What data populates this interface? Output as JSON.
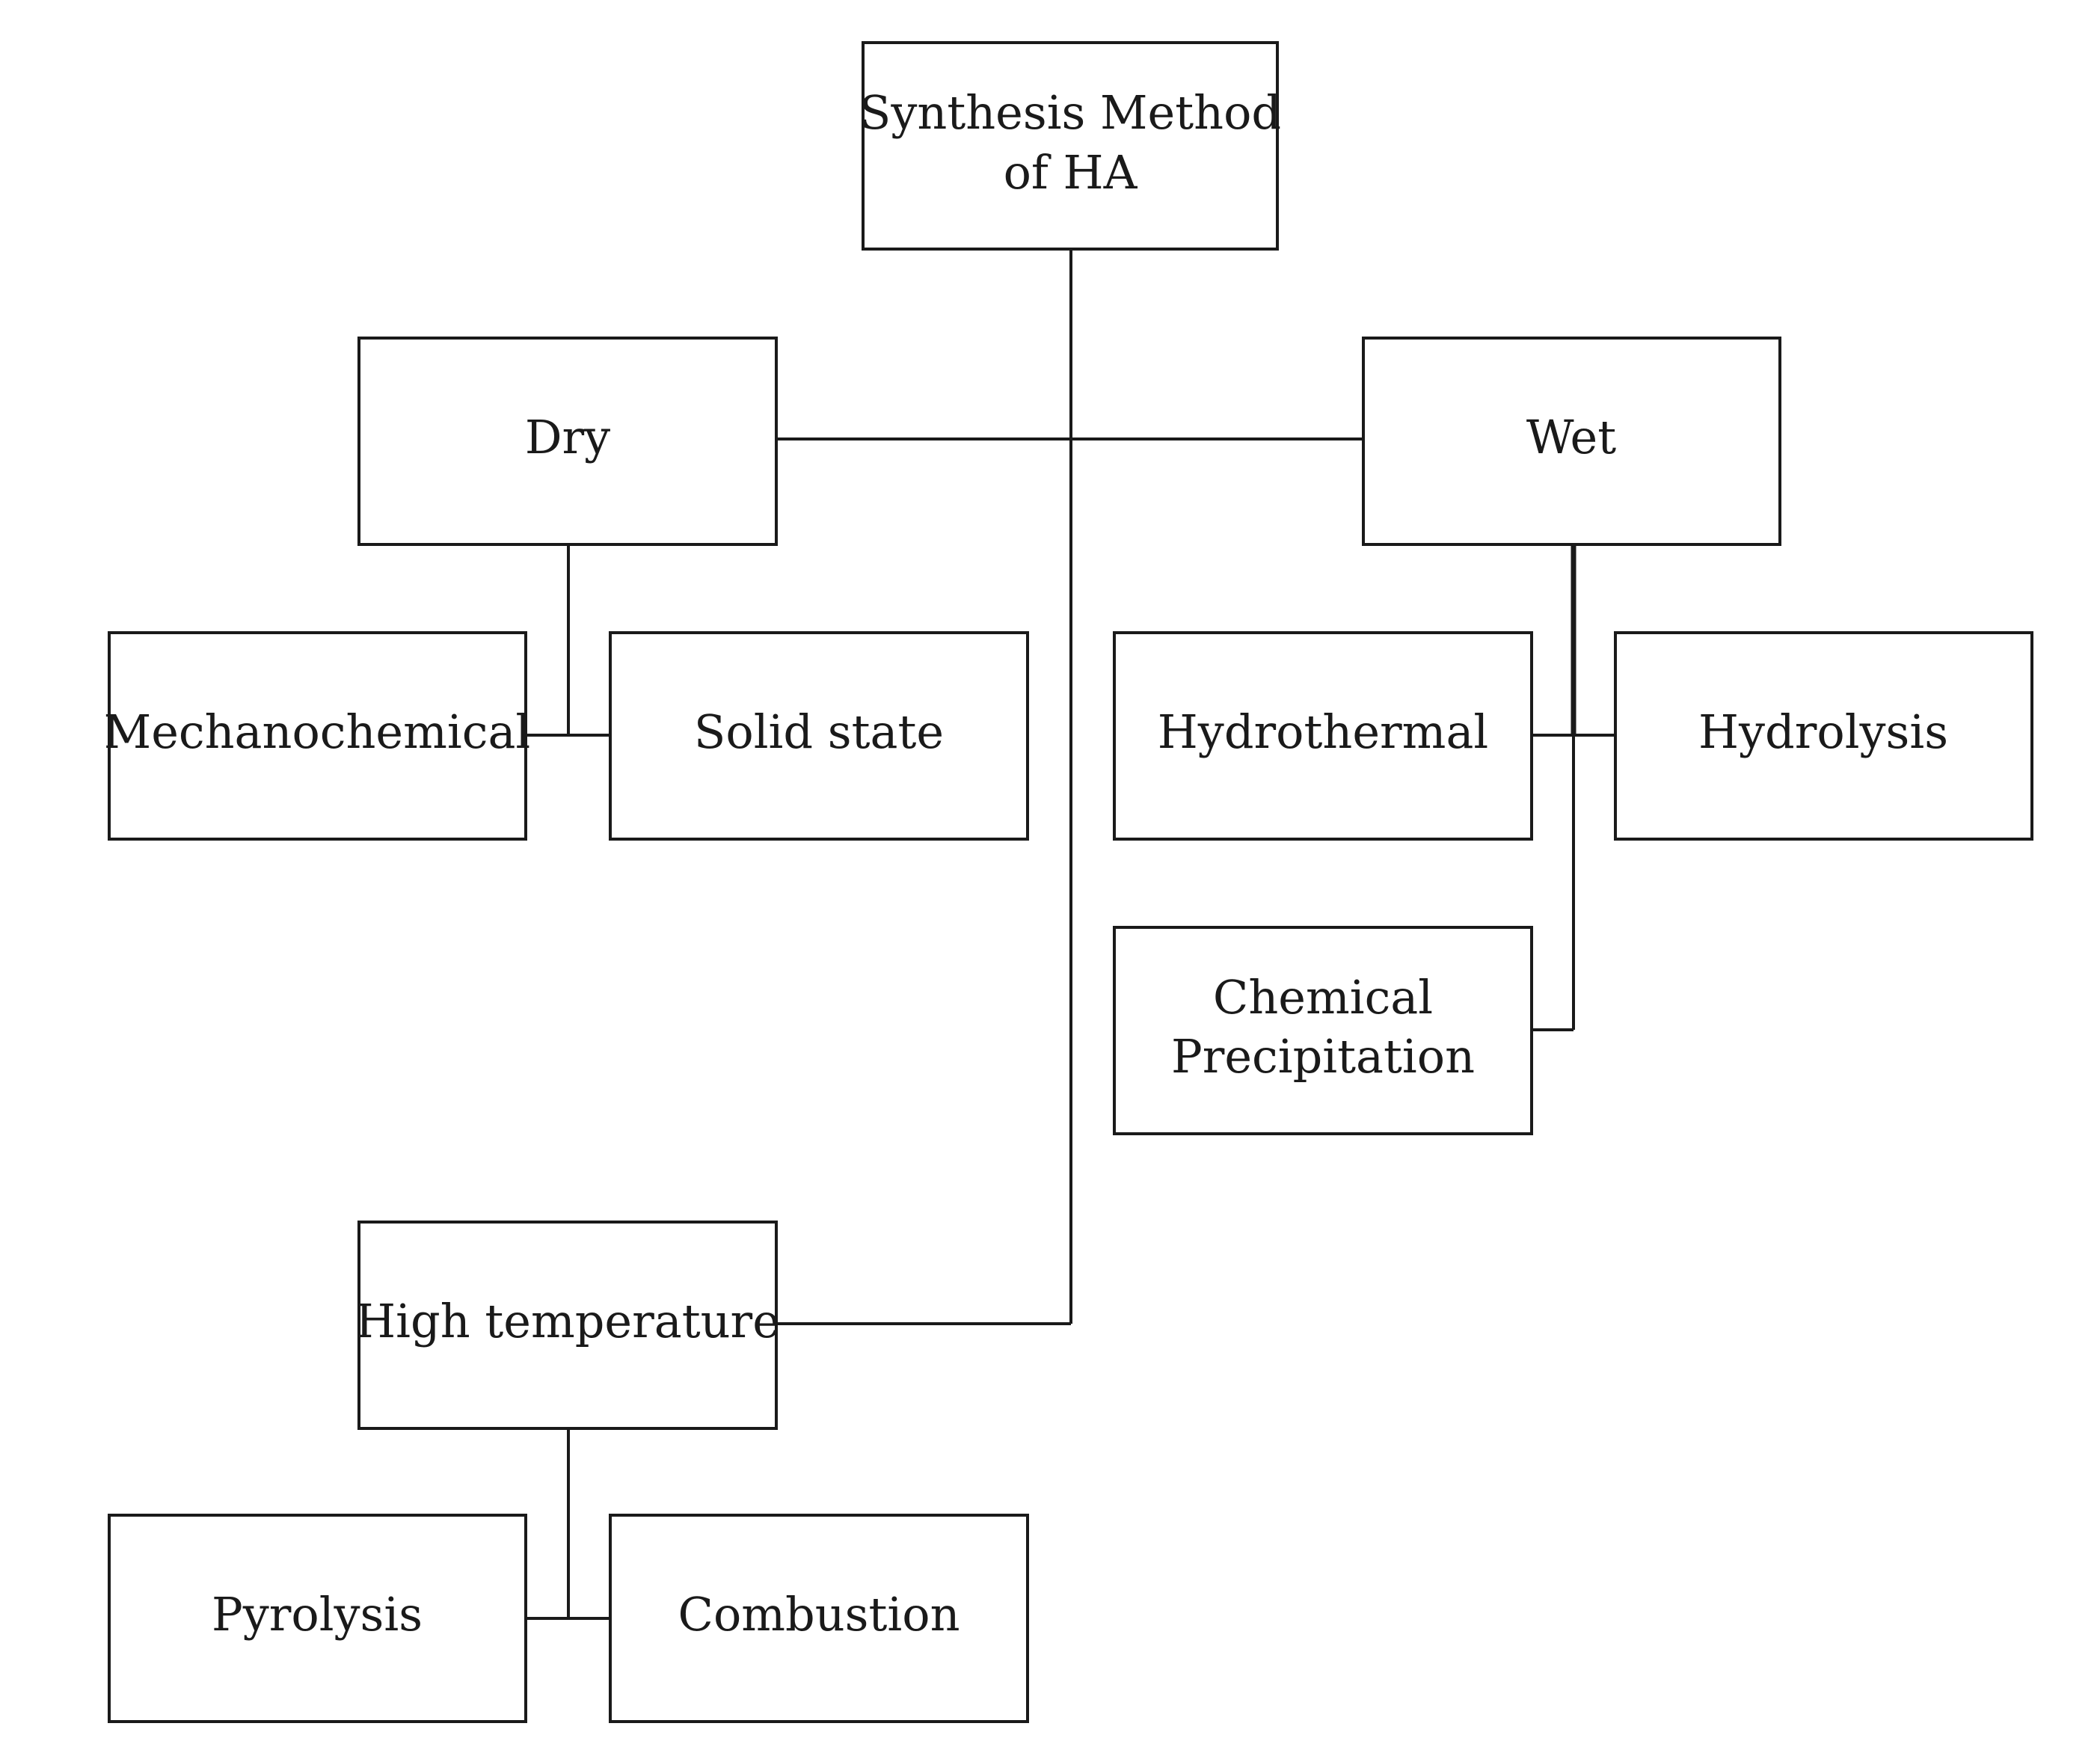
{
  "diagram": {
    "root": {
      "label_line1": "Synthesis Method",
      "label_line2": "of HA"
    },
    "dry": {
      "label": "Dry",
      "children": [
        "Mechanochemical",
        "Solid state"
      ]
    },
    "wet": {
      "label": "Wet",
      "children": [
        "Hydrothermal",
        "Hydrolysis"
      ],
      "extra_line1": "Chemical",
      "extra_line2": "Precipitation"
    },
    "high_temperature": {
      "label": "High temperature",
      "children": [
        "Pyrolysis",
        "Combustion"
      ]
    }
  }
}
